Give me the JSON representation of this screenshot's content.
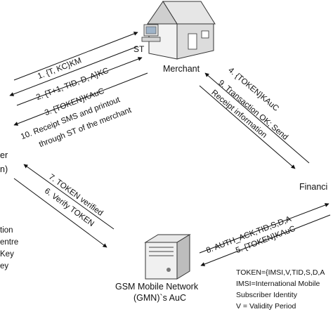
{
  "nodes": {
    "merchant": "Merchant",
    "st": "ST",
    "auc_line1": "GSM Mobile Network",
    "auc_line2": "(GMN)`s AuC",
    "financial": "Financi",
    "subscriber_top": "er",
    "subscriber_bottom": "n)"
  },
  "messages": {
    "m1": "1. {T, KC}KM",
    "m2": "2. {T+1, TID, D, A}KC",
    "m3": "3. {TOKEN}KAuC",
    "m10a": "10. Receipt SMS and printout",
    "m10b": "through ST of the merchant",
    "m4": "4. {TOKEN}KAuC",
    "m9a": "9. Transaction OK; Send",
    "m9b": "Receipt information",
    "m7": "7. TOKEN verified",
    "m6": "6. Verify TOKEN",
    "m8": "8. AUTH_ACK,TID,S,D,A",
    "m5": "5. {TOKEN}KAuC"
  },
  "legend_left": [
    "tion",
    "entre",
    "Key",
    "ey"
  ],
  "legend_right": [
    "TOKEN={IMSI,V,TID,S,D,A",
    "IMSI=International Mobile",
    "Subscriber Identity",
    "V = Validity Period"
  ]
}
